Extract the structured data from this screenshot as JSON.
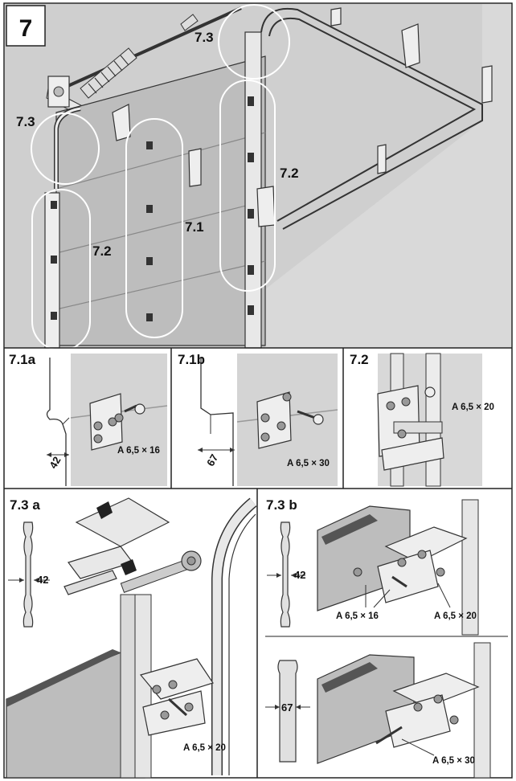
{
  "step": "7",
  "main_labels": [
    "7.3",
    "7.3",
    "7.2",
    "7.1",
    "7.2"
  ],
  "panels": {
    "p71a": {
      "title": "7.1a",
      "dim": "42",
      "screw": "A 6,5 × 16"
    },
    "p71b": {
      "title": "7.1b",
      "dim": "67",
      "screw": "A 6,5 × 30"
    },
    "p72": {
      "title": "7.2",
      "screw": "A 6,5 × 20"
    },
    "p73a": {
      "title": "7.3 a",
      "dim": "42",
      "screw": "A 6,5 × 20"
    },
    "p73b": {
      "title": "7.3 b",
      "dim_top": "42",
      "dim_bottom": "67",
      "screw_a": "A 6,5 × 16",
      "screw_b": "A 6,5 × 20",
      "screw_c": "A 6,5 × 30"
    }
  }
}
